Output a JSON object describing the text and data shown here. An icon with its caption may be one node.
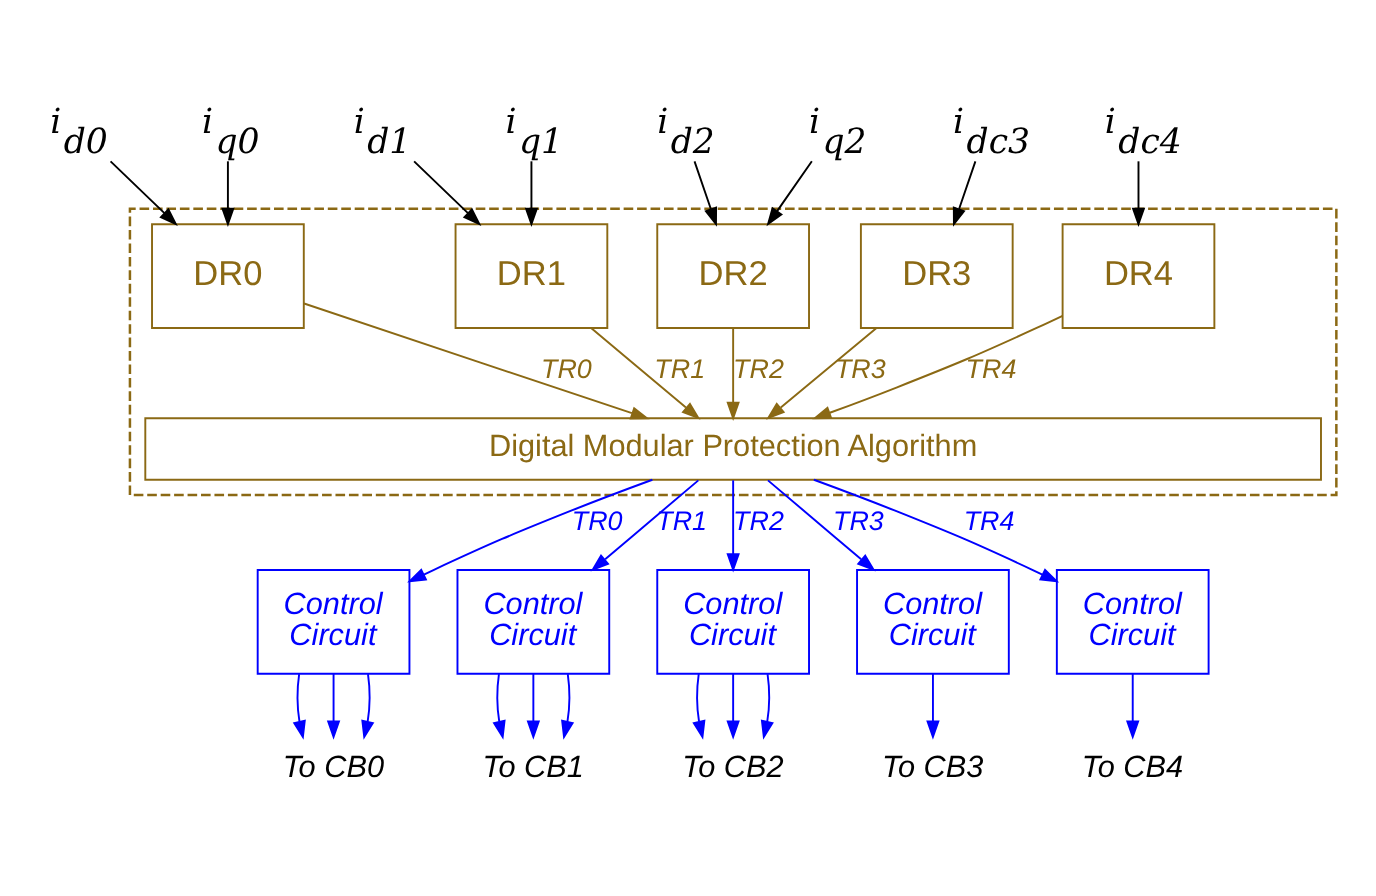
{
  "diagram": {
    "nodes": [
      {
        "text": [
          "i$_{d0}$"
        ]
      },
      {
        "text": [
          "i$_{q0}$"
        ]
      },
      {
        "text": [
          "i$_{d1}$"
        ]
      },
      {
        "text": [
          "i$_{q1}$"
        ]
      },
      {
        "text": [
          "i$_{d2}$"
        ]
      },
      {
        "text": [
          "i$_{q2}$"
        ]
      },
      {
        "text": [
          "i$_{dc3}$"
        ]
      },
      {
        "text": [
          "i$_{dc4}$"
        ]
      },
      {
        "text": [],
        "shape": "box"
      },
      {
        "text": [
          "DR0"
        ],
        "in": 8
      },
      {
        "text": [
          "DR1"
        ],
        "in": 8
      },
      {
        "text": [
          "DR2"
        ],
        "in": 8
      },
      {
        "text": [
          "DR3"
        ],
        "in": 8
      },
      {
        "text": [
          "DR4"
        ],
        "in": 8
      },
      {
        "text": [
          "Digital Modular Protection Algorithm"
        ],
        "in": 8
      },
      {
        "text": [
          "Control Circuit"
        ]
      },
      {
        "text": [
          "Control Circuit"
        ]
      },
      {
        "text": [
          "Control Circuit"
        ]
      },
      {
        "text": [
          "Control Circuit"
        ]
      },
      {
        "text": [
          "Control Circuit"
        ]
      },
      {
        "text": [
          "To CB0"
        ]
      },
      {
        "text": [
          "To CB1"
        ]
      },
      {
        "text": [
          "To CB2"
        ]
      },
      {
        "text": [
          "To CB3"
        ]
      },
      {
        "text": [
          "To CB4"
        ]
      }
    ],
    "edges": [
      {
        "from": 0,
        "to": 9,
        "arrow": "to",
        "color": "#000000"
      },
      {
        "from": 1,
        "to": 9,
        "arrow": "to",
        "color": "#000000"
      },
      {
        "from": 2,
        "to": 10,
        "arrow": "to",
        "color": "#000000"
      },
      {
        "from": 3,
        "to": 10,
        "arrow": "to",
        "color": "#000000"
      },
      {
        "from": 4,
        "to": 11,
        "arrow": "to",
        "color": "#000000"
      },
      {
        "from": 5,
        "to": 11,
        "arrow": "to",
        "color": "#000000"
      },
      {
        "from": 6,
        "to": 12,
        "arrow": "to",
        "color": "#000000"
      },
      {
        "from": 7,
        "to": 13,
        "arrow": "to",
        "color": "#000000"
      },
      {
        "from": 9,
        "to": 14,
        "arrow": "to",
        "label": "TR0",
        "color": "#8b6914"
      },
      {
        "from": 10,
        "to": 14,
        "arrow": "to",
        "label": "TR1",
        "color": "#8b6914"
      },
      {
        "from": 11,
        "to": 14,
        "arrow": "to",
        "label": "TR2",
        "color": "#8b6914"
      },
      {
        "from": 12,
        "to": 14,
        "arrow": "to",
        "label": "TR3",
        "color": "#8b6914"
      },
      {
        "from": 13,
        "to": 14,
        "arrow": "to",
        "label": "TR4",
        "color": "#8b6914"
      },
      {
        "from": 14,
        "to": 15,
        "arrow": "to",
        "label": "TR0"
      },
      {
        "from": 14,
        "to": 16,
        "arrow": "to",
        "label": "TR1"
      },
      {
        "from": 14,
        "to": 17,
        "arrow": "to",
        "label": "TR2"
      },
      {
        "from": 14,
        "to": 18,
        "arrow": "to",
        "label": "TR3"
      },
      {
        "from": 14,
        "to": 19,
        "arrow": "to",
        "label": "TR4"
      },
      {
        "from": 15,
        "to": 20,
        "arrow": "to"
      },
      {
        "from": 15,
        "to": 20,
        "arrow": "to"
      },
      {
        "from": 15,
        "to": 20,
        "arrow": "to"
      },
      {
        "from": 16,
        "to": 21,
        "arrow": "to"
      },
      {
        "from": 16,
        "to": 21,
        "arrow": "to"
      },
      {
        "from": 16,
        "to": 21,
        "arrow": "to"
      },
      {
        "from": 17,
        "to": 22,
        "arrow": "to"
      },
      {
        "from": 17,
        "to": 22,
        "arrow": "to"
      },
      {
        "from": 17,
        "to": 22,
        "arrow": "to"
      },
      {
        "from": 18,
        "to": 23,
        "arrow": "to"
      },
      {
        "from": 19,
        "to": 24,
        "arrow": "to"
      }
    ]
  }
}
